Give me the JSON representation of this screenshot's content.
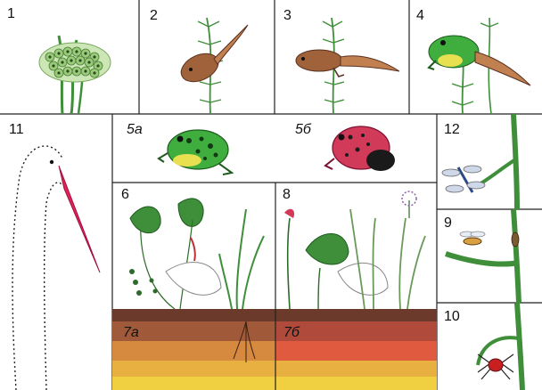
{
  "labels": {
    "p1": "1",
    "p2": "2",
    "p3": "3",
    "p4": "4",
    "p5a": "5а",
    "p5b": "5б",
    "p6": "6",
    "p7a": "7а",
    "p7b": "7б",
    "p8": "8",
    "p9": "9",
    "p10": "10",
    "p11": "11",
    "p12": "12"
  },
  "icons": [
    "frog-spawn-icon",
    "tadpole-icon",
    "tadpole-legs-icon",
    "froglet-icon",
    "green-frog-icon",
    "red-frog-icon",
    "aquatic-plants-icon",
    "soil-layers-icon",
    "marsh-plants-icon",
    "wasp-icon",
    "spider-icon",
    "stork-icon",
    "dragonfly-icon"
  ],
  "colors": {
    "line": "#222222",
    "plant_green": "#3f8f3a",
    "dark_green": "#2d6b2a",
    "frog_green": "#3fae3f",
    "frog_red": "#d23a5a",
    "tadpole_brown": "#a0623a",
    "beak_red": "#e0245a",
    "soil_dark": "#6b3a2a",
    "soil_mid": "#c9783a",
    "soil_light": "#f0c040"
  }
}
